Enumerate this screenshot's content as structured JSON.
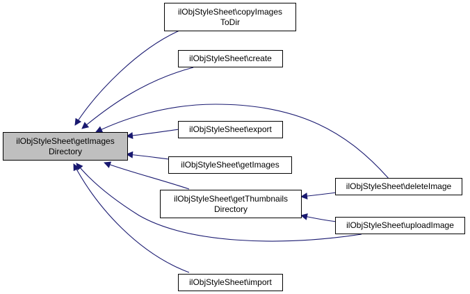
{
  "graph": {
    "colors": {
      "edge": "#191970",
      "focus_fill": "#bfbfbf",
      "node_fill": "#ffffff",
      "border": "#000000"
    },
    "nodes": {
      "get_images_directory": "ilObjStyleSheet\\getImages\nDirectory",
      "copy_images_to_dir": "ilObjStyleSheet\\copyImages\nToDir",
      "create": "ilObjStyleSheet\\create",
      "export": "ilObjStyleSheet\\export",
      "get_images": "ilObjStyleSheet\\getImages",
      "get_thumbnails_directory": "ilObjStyleSheet\\getThumbnails\nDirectory",
      "delete_image": "ilObjStyleSheet\\deleteImage",
      "upload_image": "ilObjStyleSheet\\uploadImage",
      "import": "ilObjStyleSheet\\import"
    }
  }
}
